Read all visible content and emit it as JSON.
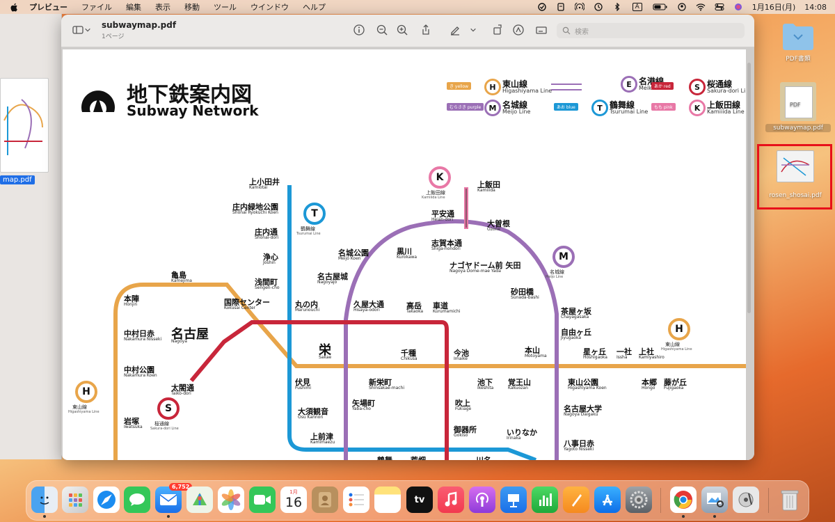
{
  "menubar": {
    "app": "プレビュー",
    "items": [
      "ファイル",
      "編集",
      "表示",
      "移動",
      "ツール",
      "ウインドウ",
      "ヘルプ"
    ],
    "date": "1月16日(月)",
    "time": "14:08",
    "input_indicator": "A"
  },
  "window": {
    "title": "subwaymap.pdf",
    "subtitle": "1ページ",
    "search_placeholder": "検索"
  },
  "sidebar_thumb_label": "map.pdf",
  "map": {
    "title_jp": "地下鉄案内図",
    "title_en": "Subway Network",
    "legend": [
      {
        "chip": "き yellow",
        "letter": "H",
        "name": "東山線",
        "en": "Higashiyama Line",
        "color": "#e8a54a"
      },
      {
        "chip": "",
        "letter": "E",
        "name": "名港線",
        "en": "Meiko Line",
        "color": "#9b6fb6"
      },
      {
        "chip": "あか red",
        "letter": "S",
        "name": "桜通線",
        "en": "Sakura-dori Line",
        "color": "#c8263a"
      },
      {
        "chip": "むらさき purple",
        "letter": "M",
        "name": "名城線",
        "en": "Meijo Line",
        "color": "#9b6fb6"
      },
      {
        "chip": "あお blue",
        "letter": "T",
        "name": "鶴舞線",
        "en": "Tsurumai Line",
        "color": "#1c98d6"
      },
      {
        "chip": "もも pink",
        "letter": "K",
        "name": "上飯田線",
        "en": "Kamiiida Line",
        "color": "#e878a6"
      }
    ],
    "line_badges": [
      {
        "letter": "K",
        "name": "上飯田線",
        "en": "Kamiiida Line"
      },
      {
        "letter": "T",
        "name": "鶴舞線",
        "en": "Tsurumai Line"
      },
      {
        "letter": "M",
        "name": "名城線",
        "en": "Meijo Line"
      },
      {
        "letter": "H",
        "name": "東山線",
        "en": "Higashiyama Line"
      },
      {
        "letter": "H",
        "name": "東山線",
        "en": "Higashiyama Line"
      },
      {
        "letter": "S",
        "name": "桜通線",
        "en": "Sakura-dori Line"
      }
    ],
    "stations": [
      {
        "jp": "上小田井",
        "en": "Kamiotai"
      },
      {
        "jp": "庄内緑地公園",
        "en": "Shonai Ryokuchi Koen"
      },
      {
        "jp": "庄内通",
        "en": "Shonai-dori"
      },
      {
        "jp": "浄心",
        "en": "Joshin"
      },
      {
        "jp": "浅間町",
        "en": "Sengen-cho"
      },
      {
        "jp": "丸の内",
        "en": "Marunouchi"
      },
      {
        "jp": "伏見",
        "en": "Fushimi"
      },
      {
        "jp": "大須観音",
        "en": "Osu Kannon"
      },
      {
        "jp": "上前津",
        "en": "Kamimaezu"
      },
      {
        "jp": "鶴舞",
        "en": ""
      },
      {
        "jp": "荒畑",
        "en": ""
      },
      {
        "jp": "亀島",
        "en": "Kamejima"
      },
      {
        "jp": "本陣",
        "en": "Honjin"
      },
      {
        "jp": "中村日赤",
        "en": "Nakamura Nisseki"
      },
      {
        "jp": "中村公園",
        "en": "Nakamura Koen"
      },
      {
        "jp": "岩塚",
        "en": "Iwatsuka"
      },
      {
        "jp": "名古屋",
        "en": "Nagoya"
      },
      {
        "jp": "国際センター",
        "en": "Kokusai Center"
      },
      {
        "jp": "太閤通",
        "en": "Taiko-dori"
      },
      {
        "jp": "栄",
        "en": "Sakae"
      },
      {
        "jp": "久屋大通",
        "en": "Hisaya-odori"
      },
      {
        "jp": "名古屋城",
        "en": "Nagoyajo"
      },
      {
        "jp": "名城公園",
        "en": "Meijo Koen"
      },
      {
        "jp": "黒川",
        "en": "Kurokawa"
      },
      {
        "jp": "志賀本通",
        "en": "Shiga-hondori"
      },
      {
        "jp": "平安通",
        "en": "Heian-dori"
      },
      {
        "jp": "上飯田",
        "en": "Kamiiida"
      },
      {
        "jp": "大曽根",
        "en": "Ozone"
      },
      {
        "jp": "ナゴヤドーム前 矢田",
        "en": "Nagoya Dome-mae Yada"
      },
      {
        "jp": "砂田橋",
        "en": "Sunada-bashi"
      },
      {
        "jp": "茶屋ヶ坂",
        "en": "Chayagasaka"
      },
      {
        "jp": "自由ヶ丘",
        "en": "Jiyugaoka"
      },
      {
        "jp": "高岳",
        "en": "Takaoka"
      },
      {
        "jp": "車道",
        "en": "Kurumamichi"
      },
      {
        "jp": "千種",
        "en": "Chikusa"
      },
      {
        "jp": "今池",
        "en": "Imaike"
      },
      {
        "jp": "新栄町",
        "en": "Shinsakae-machi"
      },
      {
        "jp": "矢場町",
        "en": "Yaba-cho"
      },
      {
        "jp": "吹上",
        "en": "Fukiage"
      },
      {
        "jp": "御器所",
        "en": "Gokiso"
      },
      {
        "jp": "川名",
        "en": ""
      },
      {
        "jp": "いりなか",
        "en": "Irinaka"
      },
      {
        "jp": "池下",
        "en": "Ikeshita"
      },
      {
        "jp": "覚王山",
        "en": "Kakuozan"
      },
      {
        "jp": "本山",
        "en": "Motoyama"
      },
      {
        "jp": "東山公園",
        "en": "Higashiyama Koen"
      },
      {
        "jp": "星ヶ丘",
        "en": "Hoshigaoka"
      },
      {
        "jp": "一社",
        "en": "Issha"
      },
      {
        "jp": "上社",
        "en": "Kamiyashiro"
      },
      {
        "jp": "本郷",
        "en": "Hongo"
      },
      {
        "jp": "藤が丘",
        "en": "Fujigaoka"
      },
      {
        "jp": "名古屋大学",
        "en": "Nagoya Daigaku"
      },
      {
        "jp": "八事日赤",
        "en": "Yagoto Nisseki"
      }
    ]
  },
  "desktop": {
    "icons": [
      {
        "label": "PDF書類"
      },
      {
        "label": "subwaymap.pdf"
      },
      {
        "label": "rosen_shosai.pdf"
      }
    ]
  },
  "dock": {
    "mail_badge": "6,752",
    "calendar_month": "1月",
    "calendar_day": "16",
    "tv_label": "tv"
  },
  "colors": {
    "higashiyama": "#e8a54a",
    "meijo": "#9b6fb6",
    "sakura": "#c8263a",
    "tsurumai": "#1c98d6",
    "kamiiida": "#e878a6",
    "selection": "#e8101a"
  }
}
